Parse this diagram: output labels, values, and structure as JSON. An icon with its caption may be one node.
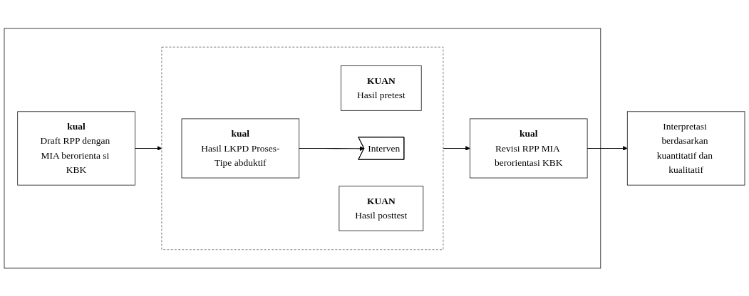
{
  "diagram": {
    "nodes": [
      {
        "text": [],
        "shape": "box"
      },
      {
        "text": [
          "kual",
          "Draft RPP dengan MIA berorienta si KBK"
        ],
        "in": 0
      },
      {
        "text": [],
        "shape": "box",
        "in": 0
      },
      {
        "text": [
          "KUAN",
          "Hasil pretest"
        ],
        "in": 2
      },
      {
        "text": [
          "Interven"
        ],
        "in": 2
      },
      {
        "text": [
          "KUAN",
          "Hasil posttest"
        ],
        "in": 2
      },
      {
        "text": [
          "kual",
          "Hasil LKPD Proses-Tipe abduktif"
        ],
        "in": 2
      },
      {
        "text": [
          "kual",
          "Revisi RPP MIA berorientasi KBK"
        ],
        "in": 0
      },
      {
        "text": [
          "Interpretasi berdasarkan kuantitatif dan kualitatif"
        ]
      }
    ],
    "edges": [
      {
        "from": 1,
        "to": 2,
        "arrow": "to"
      },
      {
        "from": 6,
        "to": 4,
        "arrow": "to"
      },
      {
        "from": 2,
        "to": 7,
        "arrow": "to"
      },
      {
        "from": 7,
        "to": 8,
        "arrow": "to"
      }
    ]
  }
}
